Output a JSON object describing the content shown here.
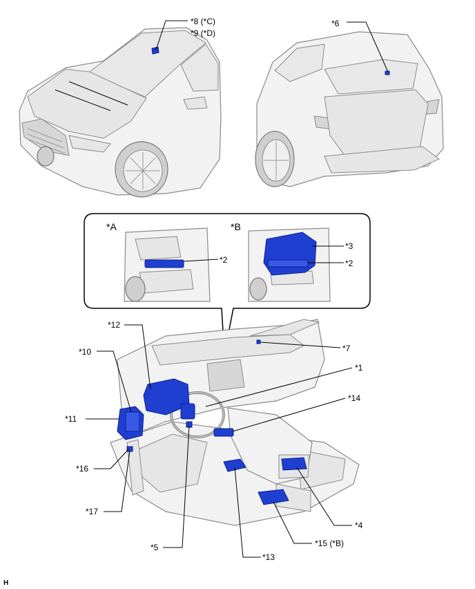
{
  "labels": {
    "l8": "*8 (*C)",
    "l9": "*9 (*D)",
    "l6": "*6",
    "inset_a": "*A",
    "inset_b": "*B",
    "l2a": "*2",
    "l3": "*3",
    "l2b": "*2",
    "l12": "*12",
    "l10": "*10",
    "l7": "*7",
    "l1": "*1",
    "l14": "*14",
    "l11": "*11",
    "l16": "*16",
    "l17": "*17",
    "l4": "*4",
    "l5": "*5",
    "l15": "*15 (*B)",
    "l13": "*13",
    "corner": "H"
  },
  "colors": {
    "component_blue": "#1f3fd1",
    "car_body": "#f2f2f2",
    "outline": "#8a8a8a"
  }
}
